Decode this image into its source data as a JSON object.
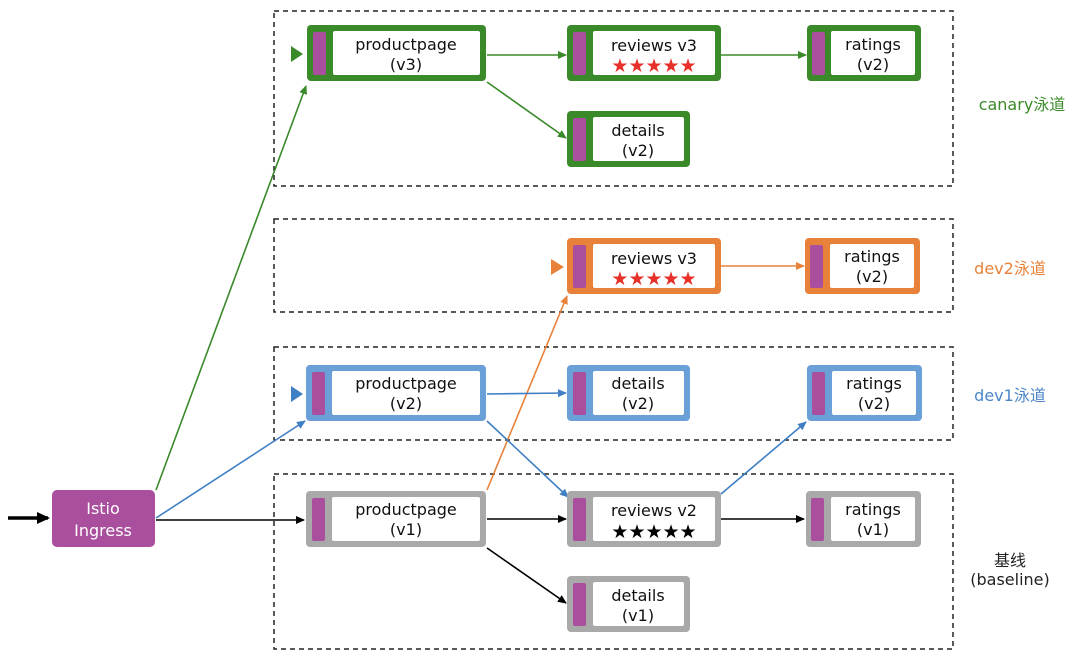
{
  "entry": {
    "ingress_line1": "Istio",
    "ingress_line2": "Ingress"
  },
  "lanes": [
    {
      "id": "canary",
      "label": "canary泳道",
      "color": "#3a8a2a"
    },
    {
      "id": "dev2",
      "label": "dev2泳道",
      "color": "#e8823a"
    },
    {
      "id": "dev1",
      "label": "dev1泳道",
      "color": "#4a86c8"
    },
    {
      "id": "baseline",
      "label_line1": "基线",
      "label_line2": "(baseline)",
      "color": "#222222"
    }
  ],
  "colors": {
    "canary": "#3a8a2a",
    "dev2": "#e8823a",
    "dev1": "#6a9fd8",
    "baseline": "#a9a9a9",
    "sidecar": "#a94f9e",
    "ingress": "#a94f9e",
    "star_red": "#e8302a",
    "star_black": "#000000"
  },
  "services": [
    {
      "id": "canary-productpage",
      "lane": "canary",
      "line1": "productpage",
      "line2": "(v3)"
    },
    {
      "id": "canary-reviews",
      "lane": "canary",
      "line1": "reviews v3",
      "stars": "★★★★★",
      "star_color": "red"
    },
    {
      "id": "canary-ratings",
      "lane": "canary",
      "line1": "ratings",
      "line2": "(v2)"
    },
    {
      "id": "canary-details",
      "lane": "canary",
      "line1": "details",
      "line2": "(v2)"
    },
    {
      "id": "dev2-reviews",
      "lane": "dev2",
      "line1": "reviews v3",
      "stars": "★★★★★",
      "star_color": "red"
    },
    {
      "id": "dev2-ratings",
      "lane": "dev2",
      "line1": "ratings",
      "line2": "(v2)"
    },
    {
      "id": "dev1-productpage",
      "lane": "dev1",
      "line1": "productpage",
      "line2": "(v2)"
    },
    {
      "id": "dev1-details",
      "lane": "dev1",
      "line1": "details",
      "line2": "(v2)"
    },
    {
      "id": "dev1-ratings",
      "lane": "dev1",
      "line1": "ratings",
      "line2": "(v2)"
    },
    {
      "id": "base-productpage",
      "lane": "baseline",
      "line1": "productpage",
      "line2": "(v1)"
    },
    {
      "id": "base-reviews",
      "lane": "baseline",
      "line1": "reviews v2",
      "stars": "★★★★★",
      "star_color": "black"
    },
    {
      "id": "base-ratings",
      "lane": "baseline",
      "line1": "ratings",
      "line2": "(v1)"
    },
    {
      "id": "base-details",
      "lane": "baseline",
      "line1": "details",
      "line2": "(v1)"
    }
  ]
}
